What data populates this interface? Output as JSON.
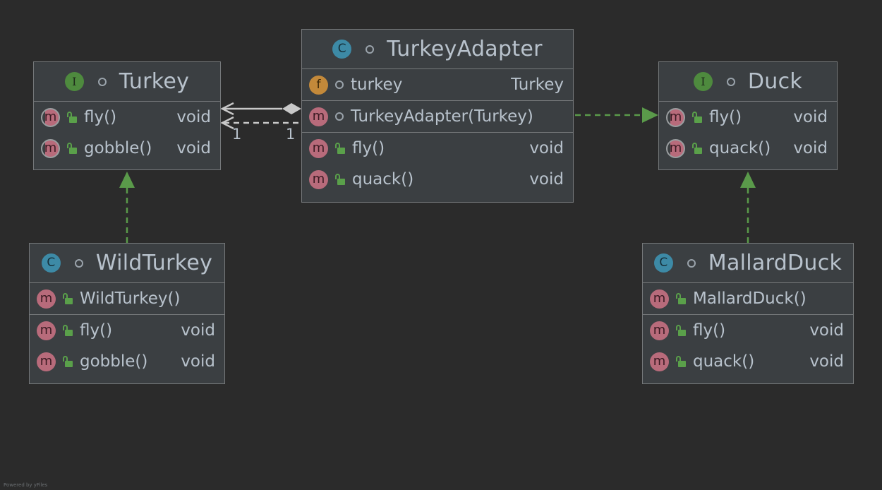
{
  "diagram": {
    "classes": {
      "turkey": {
        "kind": "I",
        "name": "Turkey",
        "sections": [
          [
            {
              "badge": "m",
              "abstract": true,
              "name": "fly()",
              "type": "void"
            },
            {
              "badge": "m",
              "abstract": true,
              "name": "gobble()",
              "type": "void"
            }
          ]
        ]
      },
      "turkey_adapter": {
        "kind": "C",
        "name": "TurkeyAdapter",
        "sections": [
          [
            {
              "badge": "f",
              "name": "turkey",
              "type": "Turkey"
            }
          ],
          [
            {
              "badge": "m",
              "name": "TurkeyAdapter(Turkey)",
              "type": ""
            }
          ],
          [
            {
              "badge": "m",
              "name": "fly()",
              "type": "void"
            },
            {
              "badge": "m",
              "name": "quack()",
              "type": "void"
            }
          ]
        ]
      },
      "duck": {
        "kind": "I",
        "name": "Duck",
        "sections": [
          [
            {
              "badge": "m",
              "abstract": true,
              "name": "fly()",
              "type": "void"
            },
            {
              "badge": "m",
              "abstract": true,
              "name": "quack()",
              "type": "void"
            }
          ]
        ]
      },
      "wild_turkey": {
        "kind": "C",
        "name": "WildTurkey",
        "sections": [
          [
            {
              "badge": "m",
              "name": "WildTurkey()",
              "type": ""
            }
          ],
          [
            {
              "badge": "m",
              "name": "fly()",
              "type": "void"
            },
            {
              "badge": "m",
              "name": "gobble()",
              "type": "void"
            }
          ]
        ]
      },
      "mallard_duck": {
        "kind": "C",
        "name": "MallardDuck",
        "sections": [
          [
            {
              "badge": "m",
              "name": "MallardDuck()",
              "type": ""
            }
          ],
          [
            {
              "badge": "m",
              "name": "fly()",
              "type": "void"
            },
            {
              "badge": "m",
              "name": "quack()",
              "type": "void"
            }
          ]
        ]
      }
    },
    "relations": {
      "association_multiplicity_source": "1",
      "association_multiplicity_target": "1"
    },
    "watermark": "Powered by yFiles"
  },
  "colors": {
    "background": "#2b2b2b",
    "box_fill": "#3b3f42",
    "box_border": "#75787a",
    "text": "#b8c2cc",
    "realization_arrow": "#5a9a4a",
    "association_line": "#c8c8c8",
    "interface_badge": "#4e8a3e",
    "class_badge": "#3d8aa6",
    "field_badge": "#c3893a",
    "method_badge": "#b86b7b",
    "public_lock": "#5aa04a"
  },
  "icons": {
    "interface": "interface-badge-icon",
    "class": "class-badge-icon",
    "field": "field-badge-icon",
    "method": "method-badge-icon",
    "package_private": "package-visibility-icon",
    "public": "public-lock-icon"
  }
}
